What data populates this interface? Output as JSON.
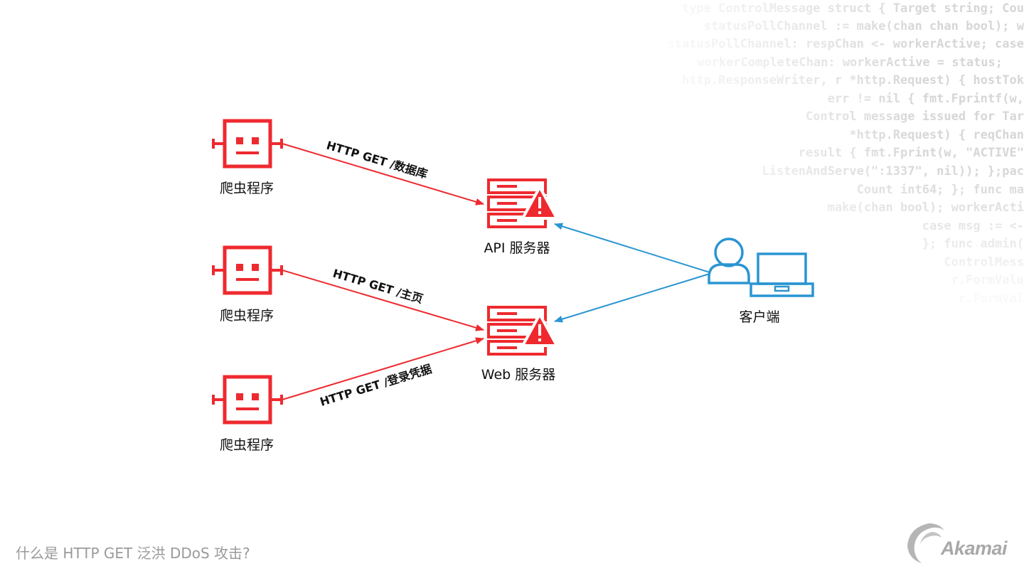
{
  "background_code": [
    "type ControlMessage struct { Target string; Cou",
    "statusPollChannel := make(chan chan bool); w",
    "statusPollChannel: respChan <- workerActive; case",
    "workerCompleteChan: workerActive = status;",
    "http.ResponseWriter, r *http.Request) { hostTok",
    "err != nil { fmt.Fprintf(w,",
    "Control message issued for Tar",
    "*http.Request) { reqChan",
    "result { fmt.Fprint(w, \"ACTIVE\"",
    "ListenAndServe(\":1337\", nil)); };pac",
    "Count int64; }; func ma",
    "make(chan bool); workerActi",
    "case msg := <-",
    "}; func admin(",
    "ControlMess",
    "r.FormValu",
    "r.FormVal"
  ],
  "colors": {
    "attack": "#ee2a2f",
    "client": "#2a95d2"
  },
  "nodes": {
    "bot_1": "爬虫程序",
    "bot_2": "爬虫程序",
    "bot_3": "爬虫程序",
    "api_server": "API 服务器",
    "web_server": "Web 服务器",
    "client": "客户端"
  },
  "edges": {
    "bot_1_to_api": "HTTP GET /数据库",
    "bot_2_to_web": "HTTP GET /主页",
    "bot_3_to_web": "HTTP GET /登录凭据"
  },
  "footer": {
    "title": "什么是 HTTP GET 泛洪 DDoS 攻击?",
    "logo_text": "Akamai"
  }
}
